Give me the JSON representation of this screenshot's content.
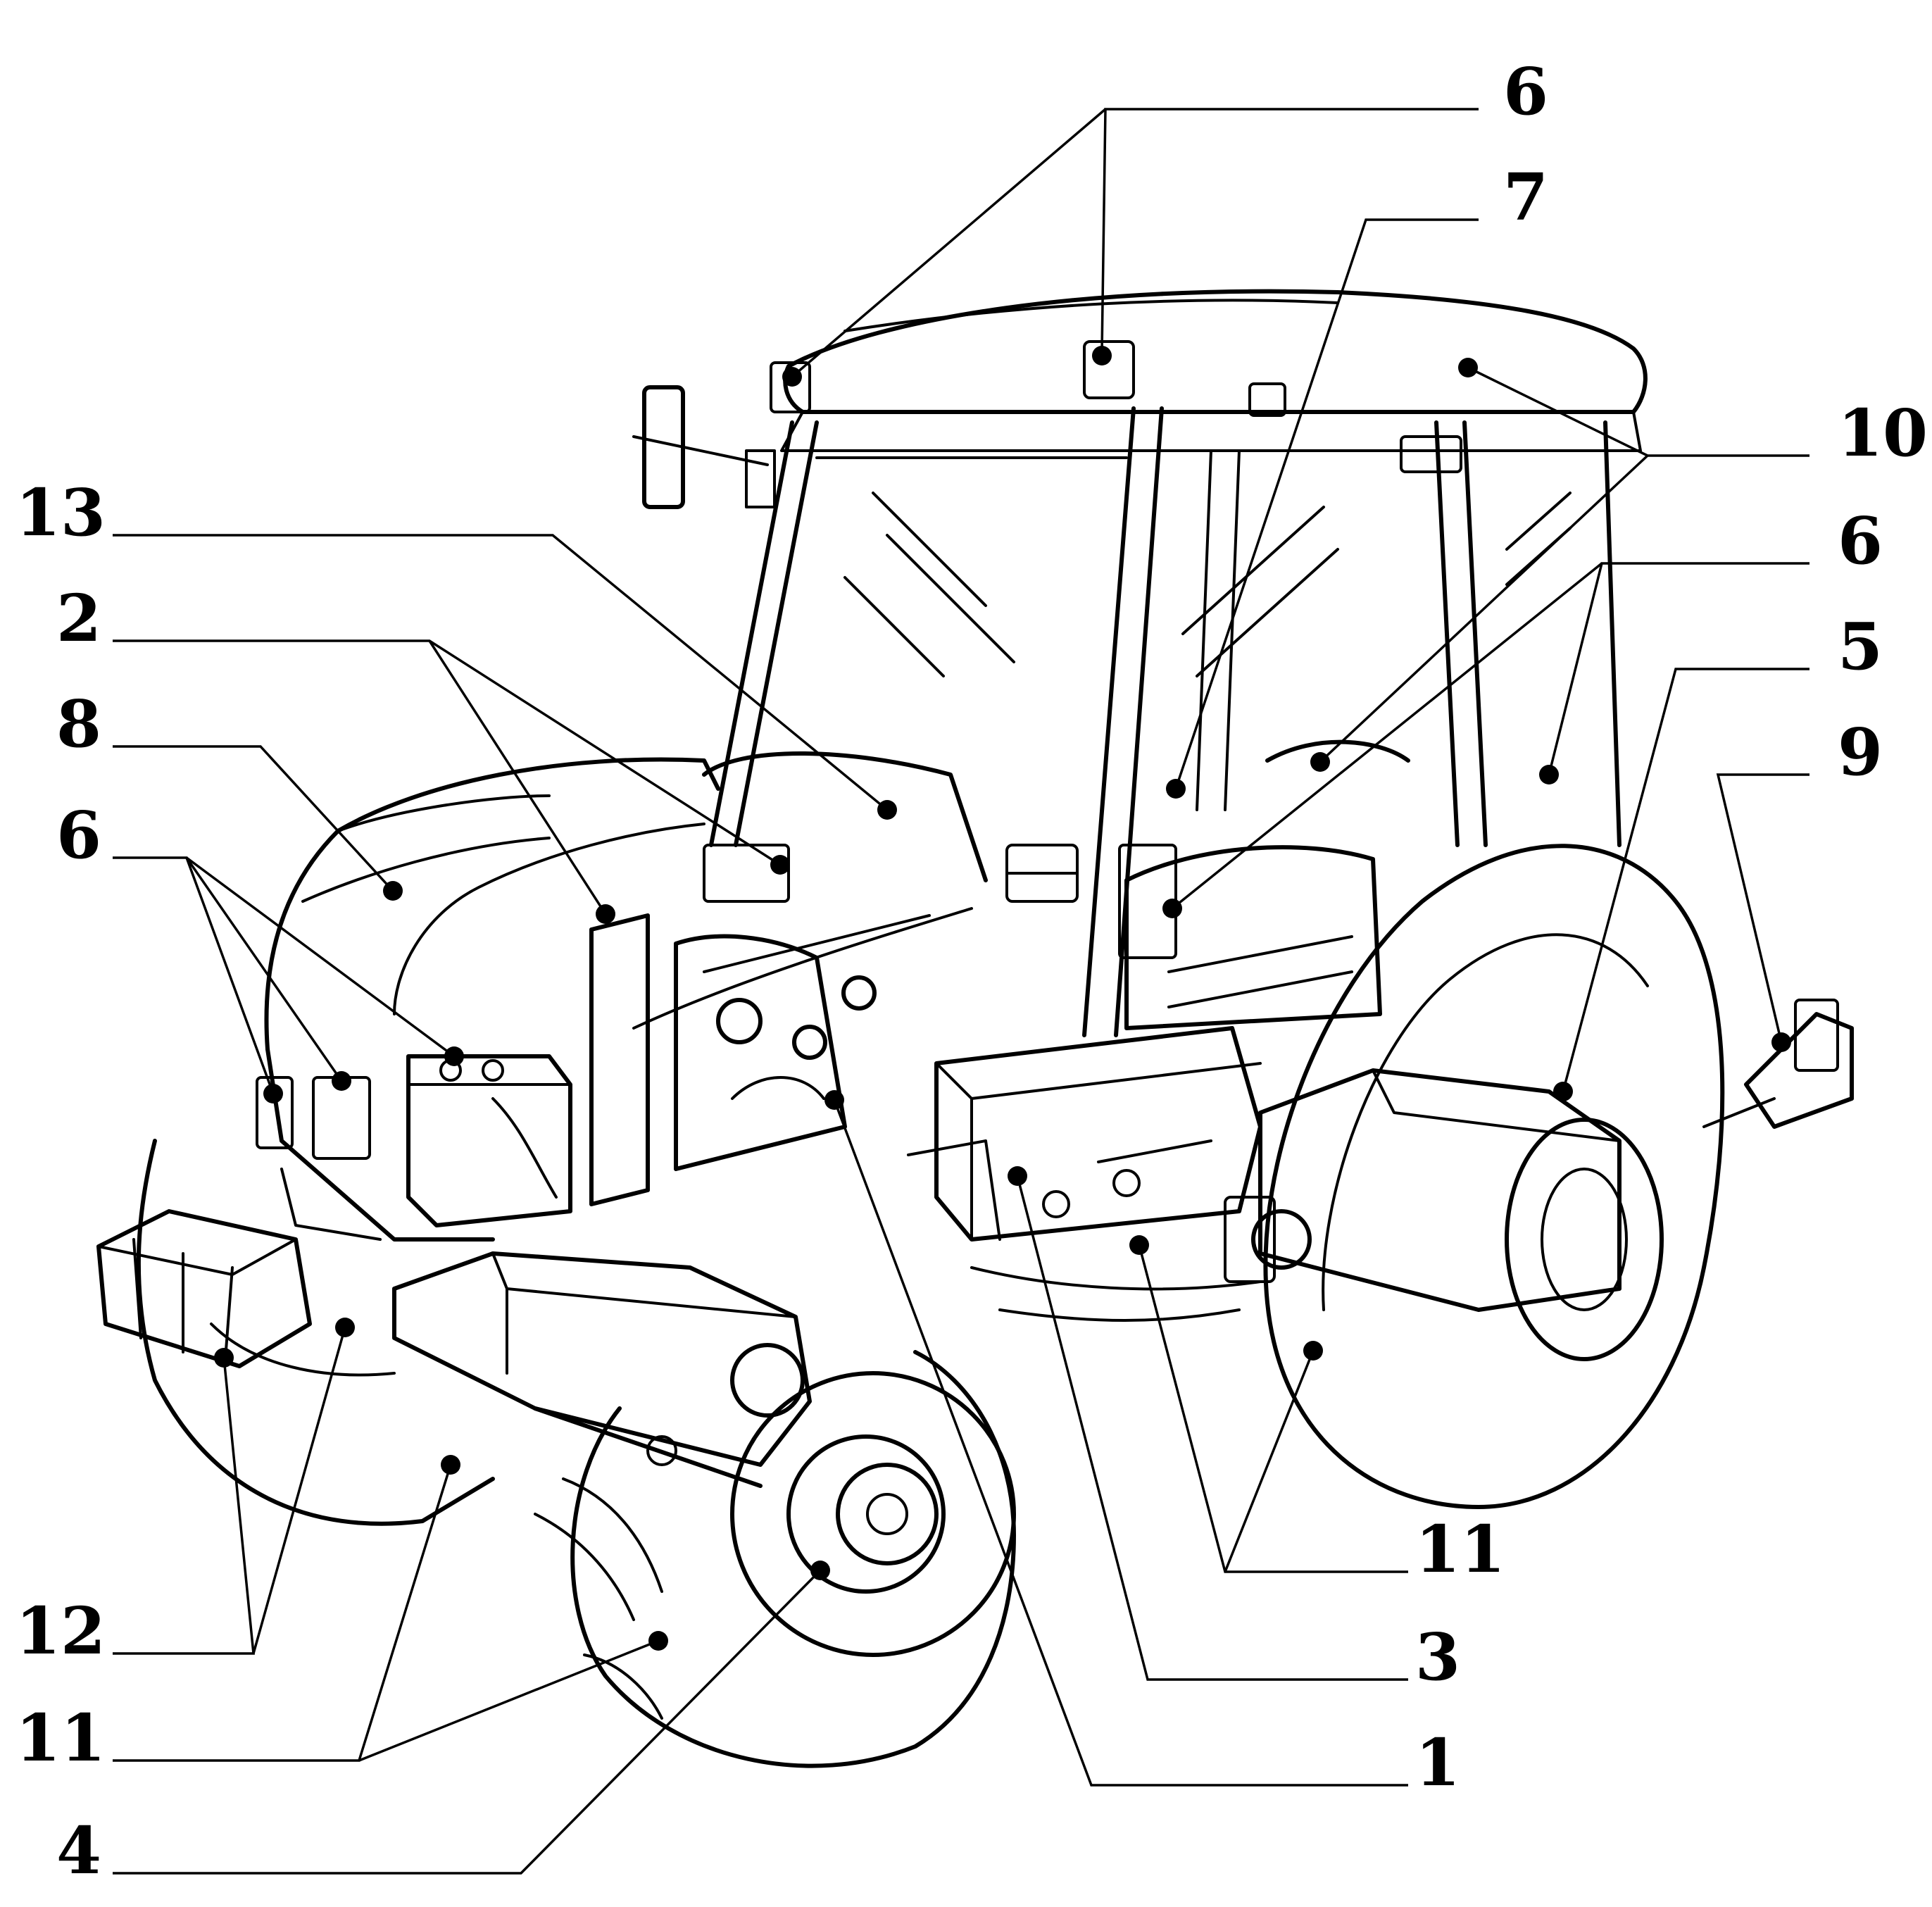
{
  "callouts": [
    {
      "id": "c6-top",
      "label": "6"
    },
    {
      "id": "c7",
      "label": "7"
    },
    {
      "id": "c10",
      "label": "10"
    },
    {
      "id": "c6-right",
      "label": "6"
    },
    {
      "id": "c5",
      "label": "5"
    },
    {
      "id": "c9",
      "label": "9"
    },
    {
      "id": "c13",
      "label": "13"
    },
    {
      "id": "c2",
      "label": "2"
    },
    {
      "id": "c8",
      "label": "8"
    },
    {
      "id": "c6-left",
      "label": "6"
    },
    {
      "id": "c12",
      "label": "12"
    },
    {
      "id": "c11-left",
      "label": "11"
    },
    {
      "id": "c4",
      "label": "4"
    },
    {
      "id": "c11-right",
      "label": "11"
    },
    {
      "id": "c3",
      "label": "3"
    },
    {
      "id": "c1",
      "label": "1"
    }
  ]
}
